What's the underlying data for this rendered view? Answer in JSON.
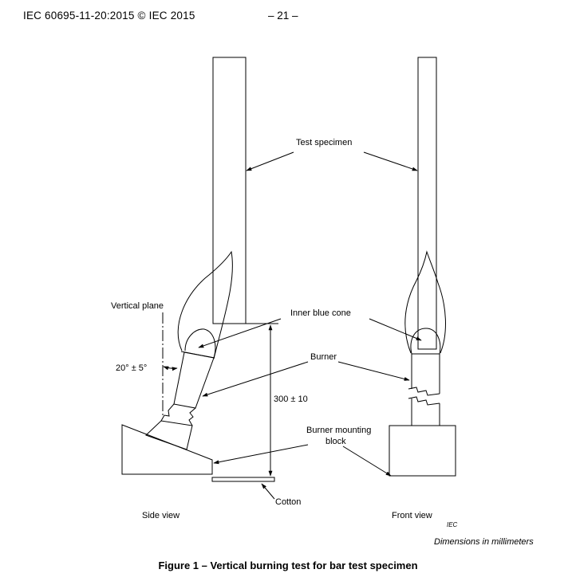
{
  "header": {
    "standard": "IEC 60695-11-20:2015 © IEC 2015",
    "page": "– 21 –"
  },
  "figure": {
    "labels": {
      "test_specimen": "Test specimen",
      "vertical_plane": "Vertical plane",
      "inner_blue_cone": "Inner blue cone",
      "angle": "20° ± 5°",
      "burner": "Burner",
      "distance": "300 ± 10",
      "burner_mounting_block_1": "Burner mounting",
      "burner_mounting_block_2": "block",
      "cotton": "Cotton",
      "side_view": "Side view",
      "front_view": "Front view",
      "iec": "IEC",
      "dimensions_note": "Dimensions in millimeters"
    },
    "caption": "Figure 1 – Vertical burning test for bar test specimen"
  }
}
